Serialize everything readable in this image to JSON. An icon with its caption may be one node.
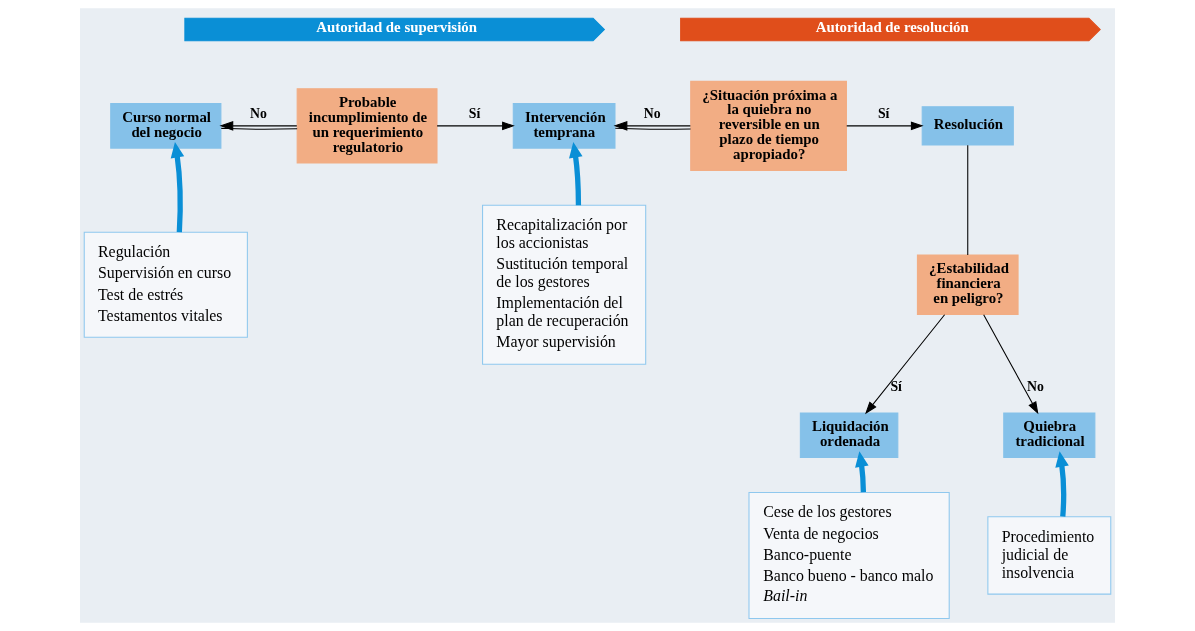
{
  "diagram": {
    "nodes": [
      {
        "text": [
          "Autoridad de supervisión"
        ]
      },
      {
        "text": [
          "Autoridad de resolución"
        ]
      },
      {
        "text": [
          "Curso normal del negocio"
        ]
      },
      {
        "text": [
          "Probable incumplimiento de un requerimiento regulatorio"
        ]
      },
      {
        "text": [
          "Intervención temprana"
        ]
      },
      {
        "text": [
          "¿Situación próxima a la quiebra no reversible en un plazo de tiempo apropiado?"
        ]
      },
      {
        "text": [
          "Resolución"
        ]
      },
      {
        "text": [
          "¿Estabilidad financiera en peligro?"
        ]
      },
      {
        "text": [
          "Liquidación ordenada"
        ]
      },
      {
        "text": [
          "Quiebra tradicional"
        ]
      },
      {
        "text": [
          "Regulación",
          "Supervisión en curso",
          "Test de estrés",
          "Testamentos vitales"
        ]
      },
      {
        "text": [
          "Recapitalización por los accionistas",
          "Sustitución temporal de los gestores",
          "Implementación del plan de recuperación",
          "Mayor supervisión"
        ]
      },
      {
        "text": [
          "Cese de los gestores",
          "Venta de negocios",
          "Banco-puente",
          "Banco bueno - banco malo",
          "Bail-in"
        ]
      },
      {
        "text": [
          "Procedimiento judicial de insolvencia"
        ]
      }
    ],
    "edges": [
      {
        "from": 3,
        "to": 2,
        "arrow": "to",
        "label": "No"
      },
      {
        "from": 2,
        "to": 3,
        "arrow": "none"
      },
      {
        "from": 3,
        "to": 4,
        "arrow": "to",
        "label": "Sí"
      },
      {
        "from": 5,
        "to": 4,
        "arrow": "to",
        "label": "No"
      },
      {
        "from": 4,
        "to": 5,
        "arrow": "none"
      },
      {
        "from": 5,
        "to": 6,
        "arrow": "to",
        "label": "Sí"
      },
      {
        "from": 6,
        "to": 7,
        "arrow": "none"
      },
      {
        "from": 7,
        "to": 8,
        "arrow": "to",
        "label": "Sí"
      },
      {
        "from": 7,
        "to": 9,
        "arrow": "to",
        "label": "No"
      },
      {
        "from": 10,
        "to": 2,
        "arrow": "to",
        "style": "thick",
        "color": "#0a8fd6"
      },
      {
        "from": 11,
        "to": 4,
        "arrow": "to",
        "style": "thick",
        "color": "#0a8fd6"
      },
      {
        "from": 12,
        "to": 8,
        "arrow": "to",
        "style": "thick",
        "color": "#0a8fd6"
      },
      {
        "from": 13,
        "to": 9,
        "arrow": "to",
        "style": "thick",
        "color": "#0a8fd6"
      }
    ]
  }
}
